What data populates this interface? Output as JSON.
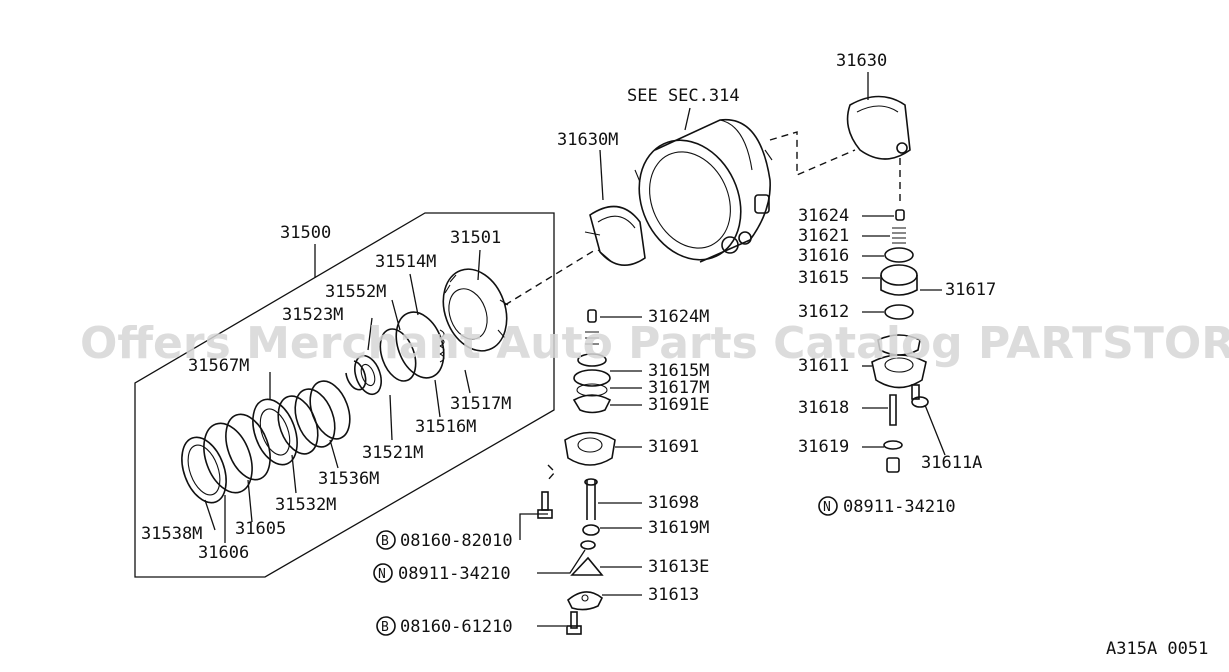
{
  "watermark": "Offers Merchant Auto Parts Catalog PARTSTORE.SA",
  "figure_code": "A315A 0051",
  "see_section": "SEE SEC.314",
  "callouts": {
    "c31630": "31630",
    "c31630m": "31630M",
    "c31500": "31500",
    "c31501": "31501",
    "c31514m": "31514M",
    "c31552m": "31552M",
    "c31523m": "31523M",
    "c31567m": "31567M",
    "c31517m": "31517M",
    "c31516m": "31516M",
    "c31521m": "31521M",
    "c31536m": "31536M",
    "c31532m": "31532M",
    "c31605": "31605",
    "c31538m": "31538M",
    "c31606": "31606",
    "c31624m": "31624M",
    "c31615m": "31615M",
    "c31617m": "31617M",
    "c31691e": "31691E",
    "c31691": "31691",
    "c31698": "31698",
    "c31619m": "31619M",
    "c31613e": "31613E",
    "c31613": "31613",
    "c31624": "31624",
    "c31621": "31621",
    "c31616": "31616",
    "c31615": "31615",
    "c31617": "31617",
    "c31612": "31612",
    "c31611": "31611",
    "c31618": "31618",
    "c31619": "31619",
    "c31611a": "31611A"
  },
  "fasteners": [
    {
      "marker": "B",
      "number": "08160-82010"
    },
    {
      "marker": "N",
      "number": "08911-34210"
    },
    {
      "marker": "B",
      "number": "08160-61210"
    },
    {
      "marker": "N",
      "number": "08911-34210"
    }
  ]
}
